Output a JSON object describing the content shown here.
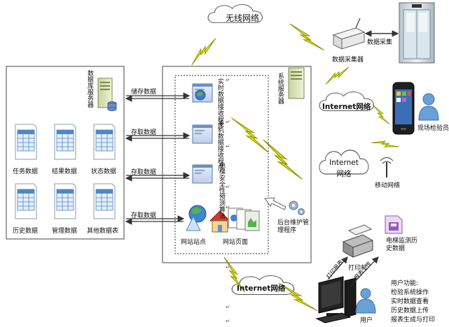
{
  "db_server": {
    "title": "数据库服务器",
    "tables": [
      "任务数据",
      "结果数据",
      "状态数据",
      "历史数据",
      "管理数据",
      "其他数据表"
    ]
  },
  "sys_server": {
    "title": "系统服务器",
    "modules": [
      "实时数据接收程序",
      "手机数据接收程序",
      "电梯安全性预测算法"
    ],
    "site_label": "网站站点",
    "page_label": "网站页面"
  },
  "arrows": {
    "store": "储存数据",
    "access1": "存取数据",
    "access2": "存取数据",
    "access3": "存取数据"
  },
  "backend": "后台维护管理程序",
  "clouds": {
    "wireless": "无线网络",
    "internet1": "Internet网络",
    "internet2": "Internet网络",
    "internet3": "Internet网络"
  },
  "collector": {
    "label": "数据采集器",
    "action": "数据采集"
  },
  "inspector": "现场检验员",
  "mobile_net": "移动网络",
  "printer": "打印机",
  "history_file": "电梯监测历史数据",
  "print_report": "打印报表",
  "report_upload": "报表上传",
  "user": {
    "label": "用户",
    "functions_title": "用户功能:",
    "functions": [
      "检验系统操作",
      "实时数据查看",
      "历史数据上传",
      "报表生成与打印"
    ]
  },
  "para_mark": "↵"
}
